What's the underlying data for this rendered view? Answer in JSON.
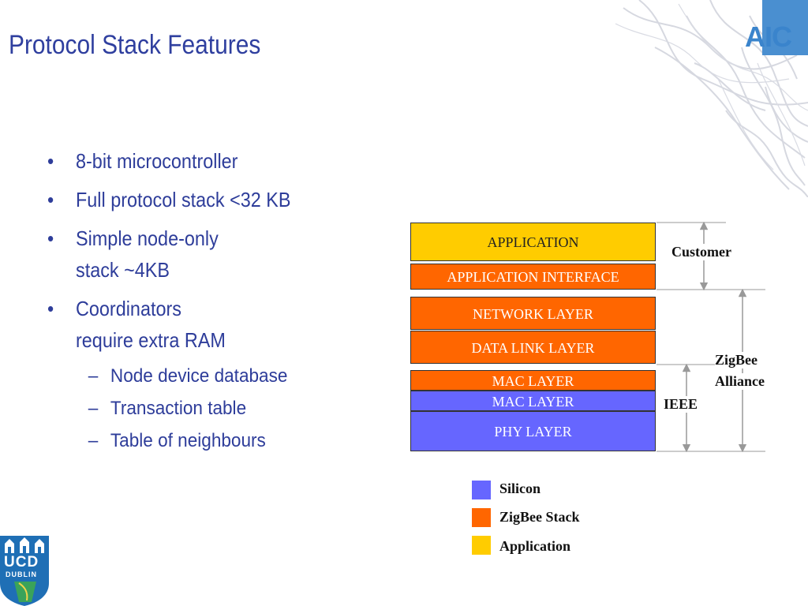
{
  "title": "Protocol Stack Features",
  "bullets": [
    {
      "text": "8-bit microcontroller"
    },
    {
      "text": "Full protocol stack <32 KB"
    },
    {
      "text": "Simple node-only",
      "cont": "stack ~4KB"
    },
    {
      "text": "Coordinators",
      "cont": "require extra RAM"
    }
  ],
  "subbullets": [
    "Node device database",
    "Transaction table",
    "Table of neighbours"
  ],
  "stack": {
    "layers": [
      {
        "label": "APPLICATION",
        "color": "#ffcc00",
        "text_color": "#222222"
      },
      {
        "label": "APPLICATION INTERFACE",
        "color": "#ff6600",
        "text_color": "#ffffff"
      },
      {
        "label": "NETWORK LAYER",
        "color": "#ff6600",
        "text_color": "#ffffff"
      },
      {
        "label": "DATA LINK LAYER",
        "color": "#ff6600",
        "text_color": "#ffffff"
      },
      {
        "label": "MAC LAYER",
        "color": "#ff6600",
        "text_color": "#ffffff"
      },
      {
        "label": "MAC LAYER",
        "color": "#6666ff",
        "text_color": "#ffffff"
      },
      {
        "label": "PHY LAYER",
        "color": "#6666ff",
        "text_color": "#ffffff"
      }
    ],
    "side_labels": {
      "customer": "Customer",
      "zigbee_line1": "ZigBee",
      "zigbee_line2": "Alliance",
      "ieee": "IEEE"
    }
  },
  "legend": [
    {
      "label": "Silicon",
      "color": "#6666ff"
    },
    {
      "label": "ZigBee Stack",
      "color": "#ff6600"
    },
    {
      "label": "Application",
      "color": "#ffcc00"
    }
  ],
  "logos": {
    "aic": "AIC",
    "ucd_line1": "UCD",
    "ucd_line2": "DUBLIN"
  }
}
